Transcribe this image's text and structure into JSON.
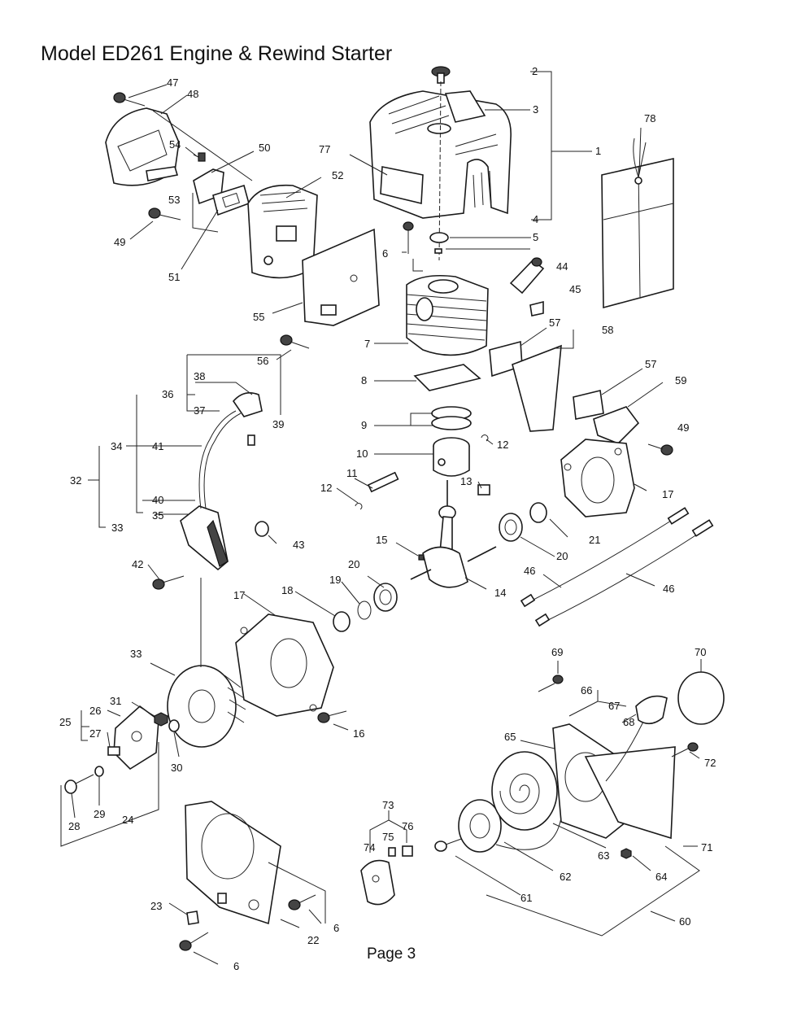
{
  "title": "Model ED261 Engine & Rewind Starter",
  "footer": "Page 3",
  "callouts": [
    {
      "id": "c1",
      "text": "1"
    },
    {
      "id": "c2",
      "text": "2"
    },
    {
      "id": "c3",
      "text": "3"
    },
    {
      "id": "c4",
      "text": "4"
    },
    {
      "id": "c5",
      "text": "5"
    },
    {
      "id": "c6a",
      "text": "6"
    },
    {
      "id": "c6b",
      "text": "6"
    },
    {
      "id": "c6c",
      "text": "6"
    },
    {
      "id": "c7",
      "text": "7"
    },
    {
      "id": "c8",
      "text": "8"
    },
    {
      "id": "c9",
      "text": "9"
    },
    {
      "id": "c10",
      "text": "10"
    },
    {
      "id": "c11",
      "text": "11"
    },
    {
      "id": "c12a",
      "text": "12"
    },
    {
      "id": "c12b",
      "text": "12"
    },
    {
      "id": "c13",
      "text": "13"
    },
    {
      "id": "c14",
      "text": "14"
    },
    {
      "id": "c15",
      "text": "15"
    },
    {
      "id": "c16",
      "text": "16"
    },
    {
      "id": "c17a",
      "text": "17"
    },
    {
      "id": "c17b",
      "text": "17"
    },
    {
      "id": "c18",
      "text": "18"
    },
    {
      "id": "c19",
      "text": "19"
    },
    {
      "id": "c20a",
      "text": "20"
    },
    {
      "id": "c20b",
      "text": "20"
    },
    {
      "id": "c21",
      "text": "21"
    },
    {
      "id": "c22",
      "text": "22"
    },
    {
      "id": "c23",
      "text": "23"
    },
    {
      "id": "c24",
      "text": "24"
    },
    {
      "id": "c25",
      "text": "25"
    },
    {
      "id": "c26",
      "text": "26"
    },
    {
      "id": "c27",
      "text": "27"
    },
    {
      "id": "c28",
      "text": "28"
    },
    {
      "id": "c29",
      "text": "29"
    },
    {
      "id": "c30",
      "text": "30"
    },
    {
      "id": "c31",
      "text": "31"
    },
    {
      "id": "c32",
      "text": "32"
    },
    {
      "id": "c33a",
      "text": "33"
    },
    {
      "id": "c33b",
      "text": "33"
    },
    {
      "id": "c34",
      "text": "34"
    },
    {
      "id": "c35",
      "text": "35"
    },
    {
      "id": "c36",
      "text": "36"
    },
    {
      "id": "c37",
      "text": "37"
    },
    {
      "id": "c38",
      "text": "38"
    },
    {
      "id": "c39",
      "text": "39"
    },
    {
      "id": "c40",
      "text": "40"
    },
    {
      "id": "c41",
      "text": "41"
    },
    {
      "id": "c42",
      "text": "42"
    },
    {
      "id": "c43",
      "text": "43"
    },
    {
      "id": "c44",
      "text": "44"
    },
    {
      "id": "c45",
      "text": "45"
    },
    {
      "id": "c46a",
      "text": "46"
    },
    {
      "id": "c46b",
      "text": "46"
    },
    {
      "id": "c47",
      "text": "47"
    },
    {
      "id": "c48",
      "text": "48"
    },
    {
      "id": "c49a",
      "text": "49"
    },
    {
      "id": "c49b",
      "text": "49"
    },
    {
      "id": "c50",
      "text": "50"
    },
    {
      "id": "c51",
      "text": "51"
    },
    {
      "id": "c52",
      "text": "52"
    },
    {
      "id": "c53",
      "text": "53"
    },
    {
      "id": "c54",
      "text": "54"
    },
    {
      "id": "c55",
      "text": "55"
    },
    {
      "id": "c56",
      "text": "56"
    },
    {
      "id": "c57a",
      "text": "57"
    },
    {
      "id": "c57b",
      "text": "57"
    },
    {
      "id": "c58",
      "text": "58"
    },
    {
      "id": "c59",
      "text": "59"
    },
    {
      "id": "c60",
      "text": "60"
    },
    {
      "id": "c61",
      "text": "61"
    },
    {
      "id": "c62",
      "text": "62"
    },
    {
      "id": "c63",
      "text": "63"
    },
    {
      "id": "c64",
      "text": "64"
    },
    {
      "id": "c65",
      "text": "65"
    },
    {
      "id": "c66",
      "text": "66"
    },
    {
      "id": "c67",
      "text": "67"
    },
    {
      "id": "c68",
      "text": "68"
    },
    {
      "id": "c69",
      "text": "69"
    },
    {
      "id": "c70",
      "text": "70"
    },
    {
      "id": "c71",
      "text": "71"
    },
    {
      "id": "c72",
      "text": "72"
    },
    {
      "id": "c73",
      "text": "73"
    },
    {
      "id": "c74",
      "text": "74"
    },
    {
      "id": "c75",
      "text": "75"
    },
    {
      "id": "c76",
      "text": "76"
    },
    {
      "id": "c77",
      "text": "77"
    },
    {
      "id": "c78",
      "text": "78"
    }
  ]
}
